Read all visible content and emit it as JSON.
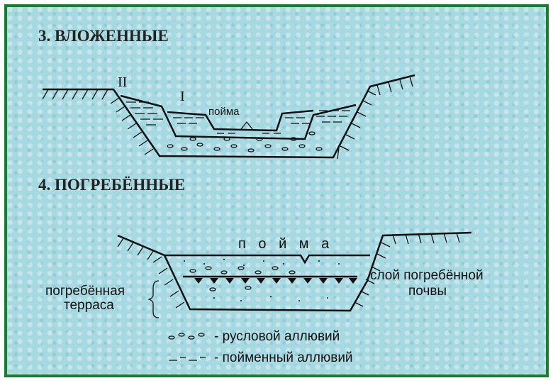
{
  "section3": {
    "title": "3. ВЛОЖЕННЫЕ",
    "terrace_2_label": "II",
    "terrace_1_label": "I",
    "floodplain_label": "пойма"
  },
  "section4": {
    "title": "4. ПОГРЕБЁННЫЕ",
    "floodplain_label": "п о й м а",
    "buried_terrace_label_line1": "погребённая",
    "buried_terrace_label_line2": "терраса",
    "buried_soil_label_line1": "слой погребённой",
    "buried_soil_label_line2": "почвы"
  },
  "legend": {
    "channel_alluvium": "- русловой аллювий",
    "floodplain_alluvium": "- пойменный аллювий"
  },
  "colors": {
    "frame": "#1e7a2e",
    "background": "#a7d9e2",
    "ink": "#111111"
  }
}
